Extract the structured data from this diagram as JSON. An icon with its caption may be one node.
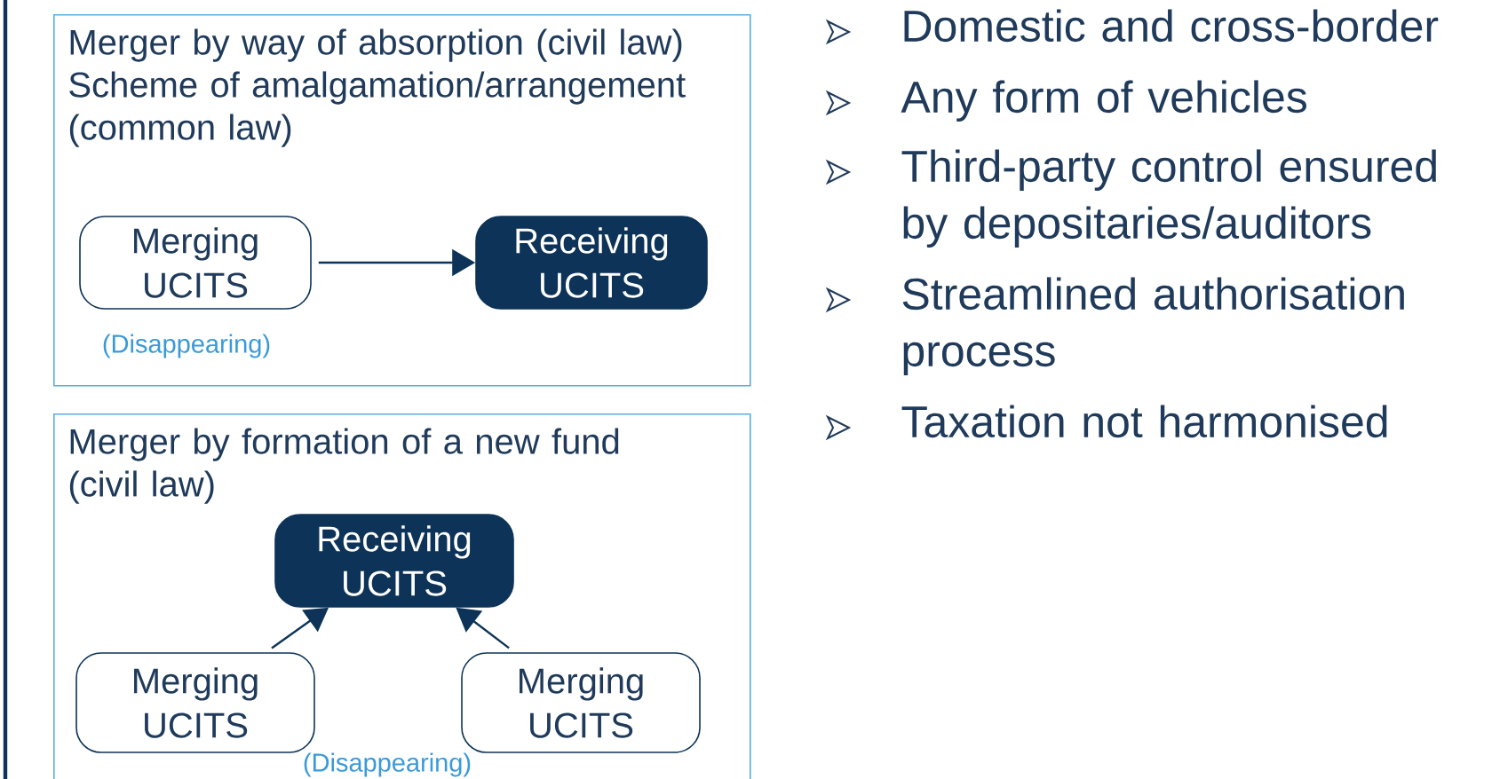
{
  "diagram": {
    "nodes": [
      {
        "text": [
          "Merger by way of absorption (civil law)",
          "Scheme of amalgamation/arrangement (common law)"
        ]
      },
      {
        "text": [
          "Merging UCITS"
        ],
        "in": 0,
        "beside": [
          "(Disappearing)"
        ]
      },
      {
        "text": [
          "Receiving UCITS"
        ],
        "in": 0
      },
      {
        "text": [
          "Merger by formation of a new fund (civil law)"
        ]
      },
      {
        "text": [
          "Receiving UCITS"
        ],
        "in": 3
      },
      {
        "text": [
          "Merging UCITS"
        ],
        "in": 3
      },
      {
        "text": [
          "Merging UCITS"
        ],
        "in": 3
      }
    ],
    "edges": [
      {
        "from": 1,
        "to": 2,
        "arrow": "to"
      },
      {
        "from": 5,
        "to": 4,
        "arrow": "to"
      },
      {
        "from": 6,
        "to": 4,
        "arrow": "to"
      }
    ],
    "labels": [
      "(Disappearing)",
      "Domestic and cross-border",
      "Any form of vehicles",
      "Third-party control ensured by depositaries/auditors",
      "Streamlined authorisation process",
      "Taxation not harmonised"
    ]
  }
}
